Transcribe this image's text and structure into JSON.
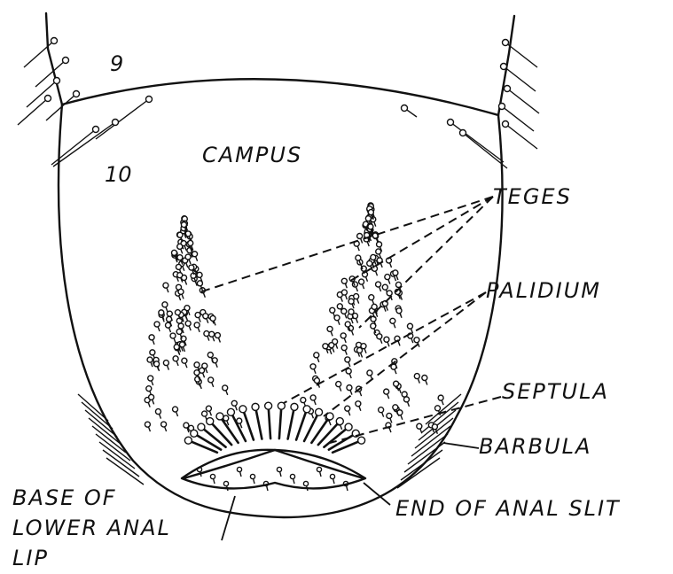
{
  "figure": {
    "segment_labels": {
      "ninth": "9",
      "tenth": "10"
    },
    "labels": {
      "campus": "CAMPUS",
      "teges": "TEGES",
      "palidium": "PALIDIUM",
      "septula": "SEPTULA",
      "barbula": "BARBULA",
      "base_line1": "BASE OF",
      "base_line2": "LOWER ANAL",
      "base_line3": "LIP",
      "end_of_anal_slit": "END OF ANAL SLIT"
    }
  }
}
